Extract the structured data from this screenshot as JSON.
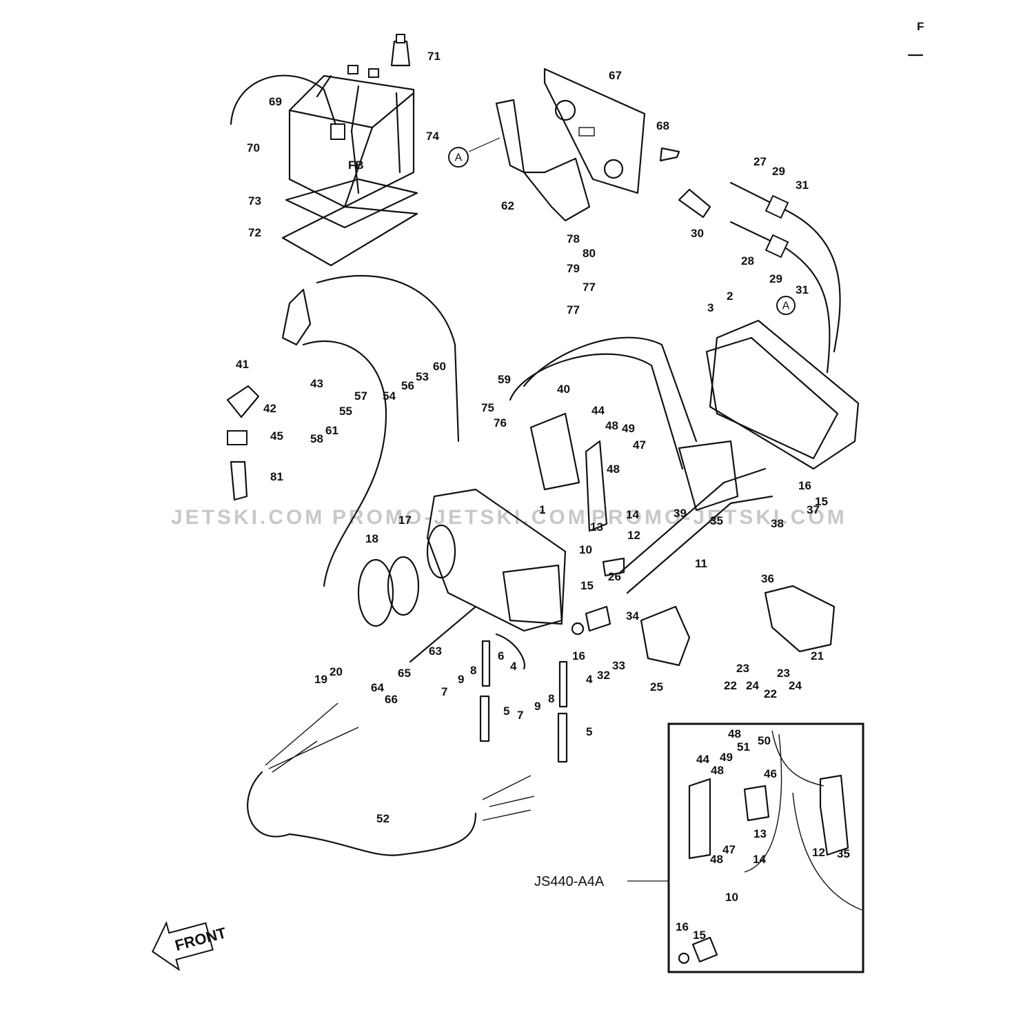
{
  "page_marks": {
    "corner_letter": "F"
  },
  "watermarks": [
    "JETSKI.COM",
    "PROMO-JETSKI.COM",
    "PROMO-JETSKI.COM"
  ],
  "reference_marker": "A",
  "model_label": "JS440-A4A",
  "front_label": "FRONT",
  "callouts": [
    "71",
    "67",
    "69",
    "70",
    "74",
    "68",
    "73",
    "72",
    "62",
    "27",
    "29",
    "31",
    "30",
    "28",
    "29",
    "31",
    "78",
    "80",
    "79",
    "77",
    "77",
    "2",
    "3",
    "41",
    "42",
    "43",
    "60",
    "59",
    "40",
    "44",
    "48",
    "49",
    "47",
    "48",
    "54",
    "56",
    "53",
    "75",
    "76",
    "57",
    "55",
    "61",
    "58",
    "45",
    "81",
    "16",
    "15",
    "37",
    "38",
    "14",
    "13",
    "39",
    "12",
    "35",
    "10",
    "1",
    "17",
    "18",
    "11",
    "36",
    "26",
    "15",
    "34",
    "21",
    "16",
    "32",
    "33",
    "25",
    "19",
    "20",
    "64",
    "66",
    "65",
    "63",
    "7",
    "9",
    "8",
    "6",
    "4",
    "7",
    "9",
    "8",
    "4",
    "5",
    "5",
    "23",
    "22",
    "24",
    "23",
    "22",
    "24",
    "52",
    "48",
    "50",
    "51",
    "44",
    "49",
    "48",
    "46",
    "47",
    "48",
    "13",
    "12",
    "14",
    "35",
    "10",
    "15",
    "16"
  ]
}
